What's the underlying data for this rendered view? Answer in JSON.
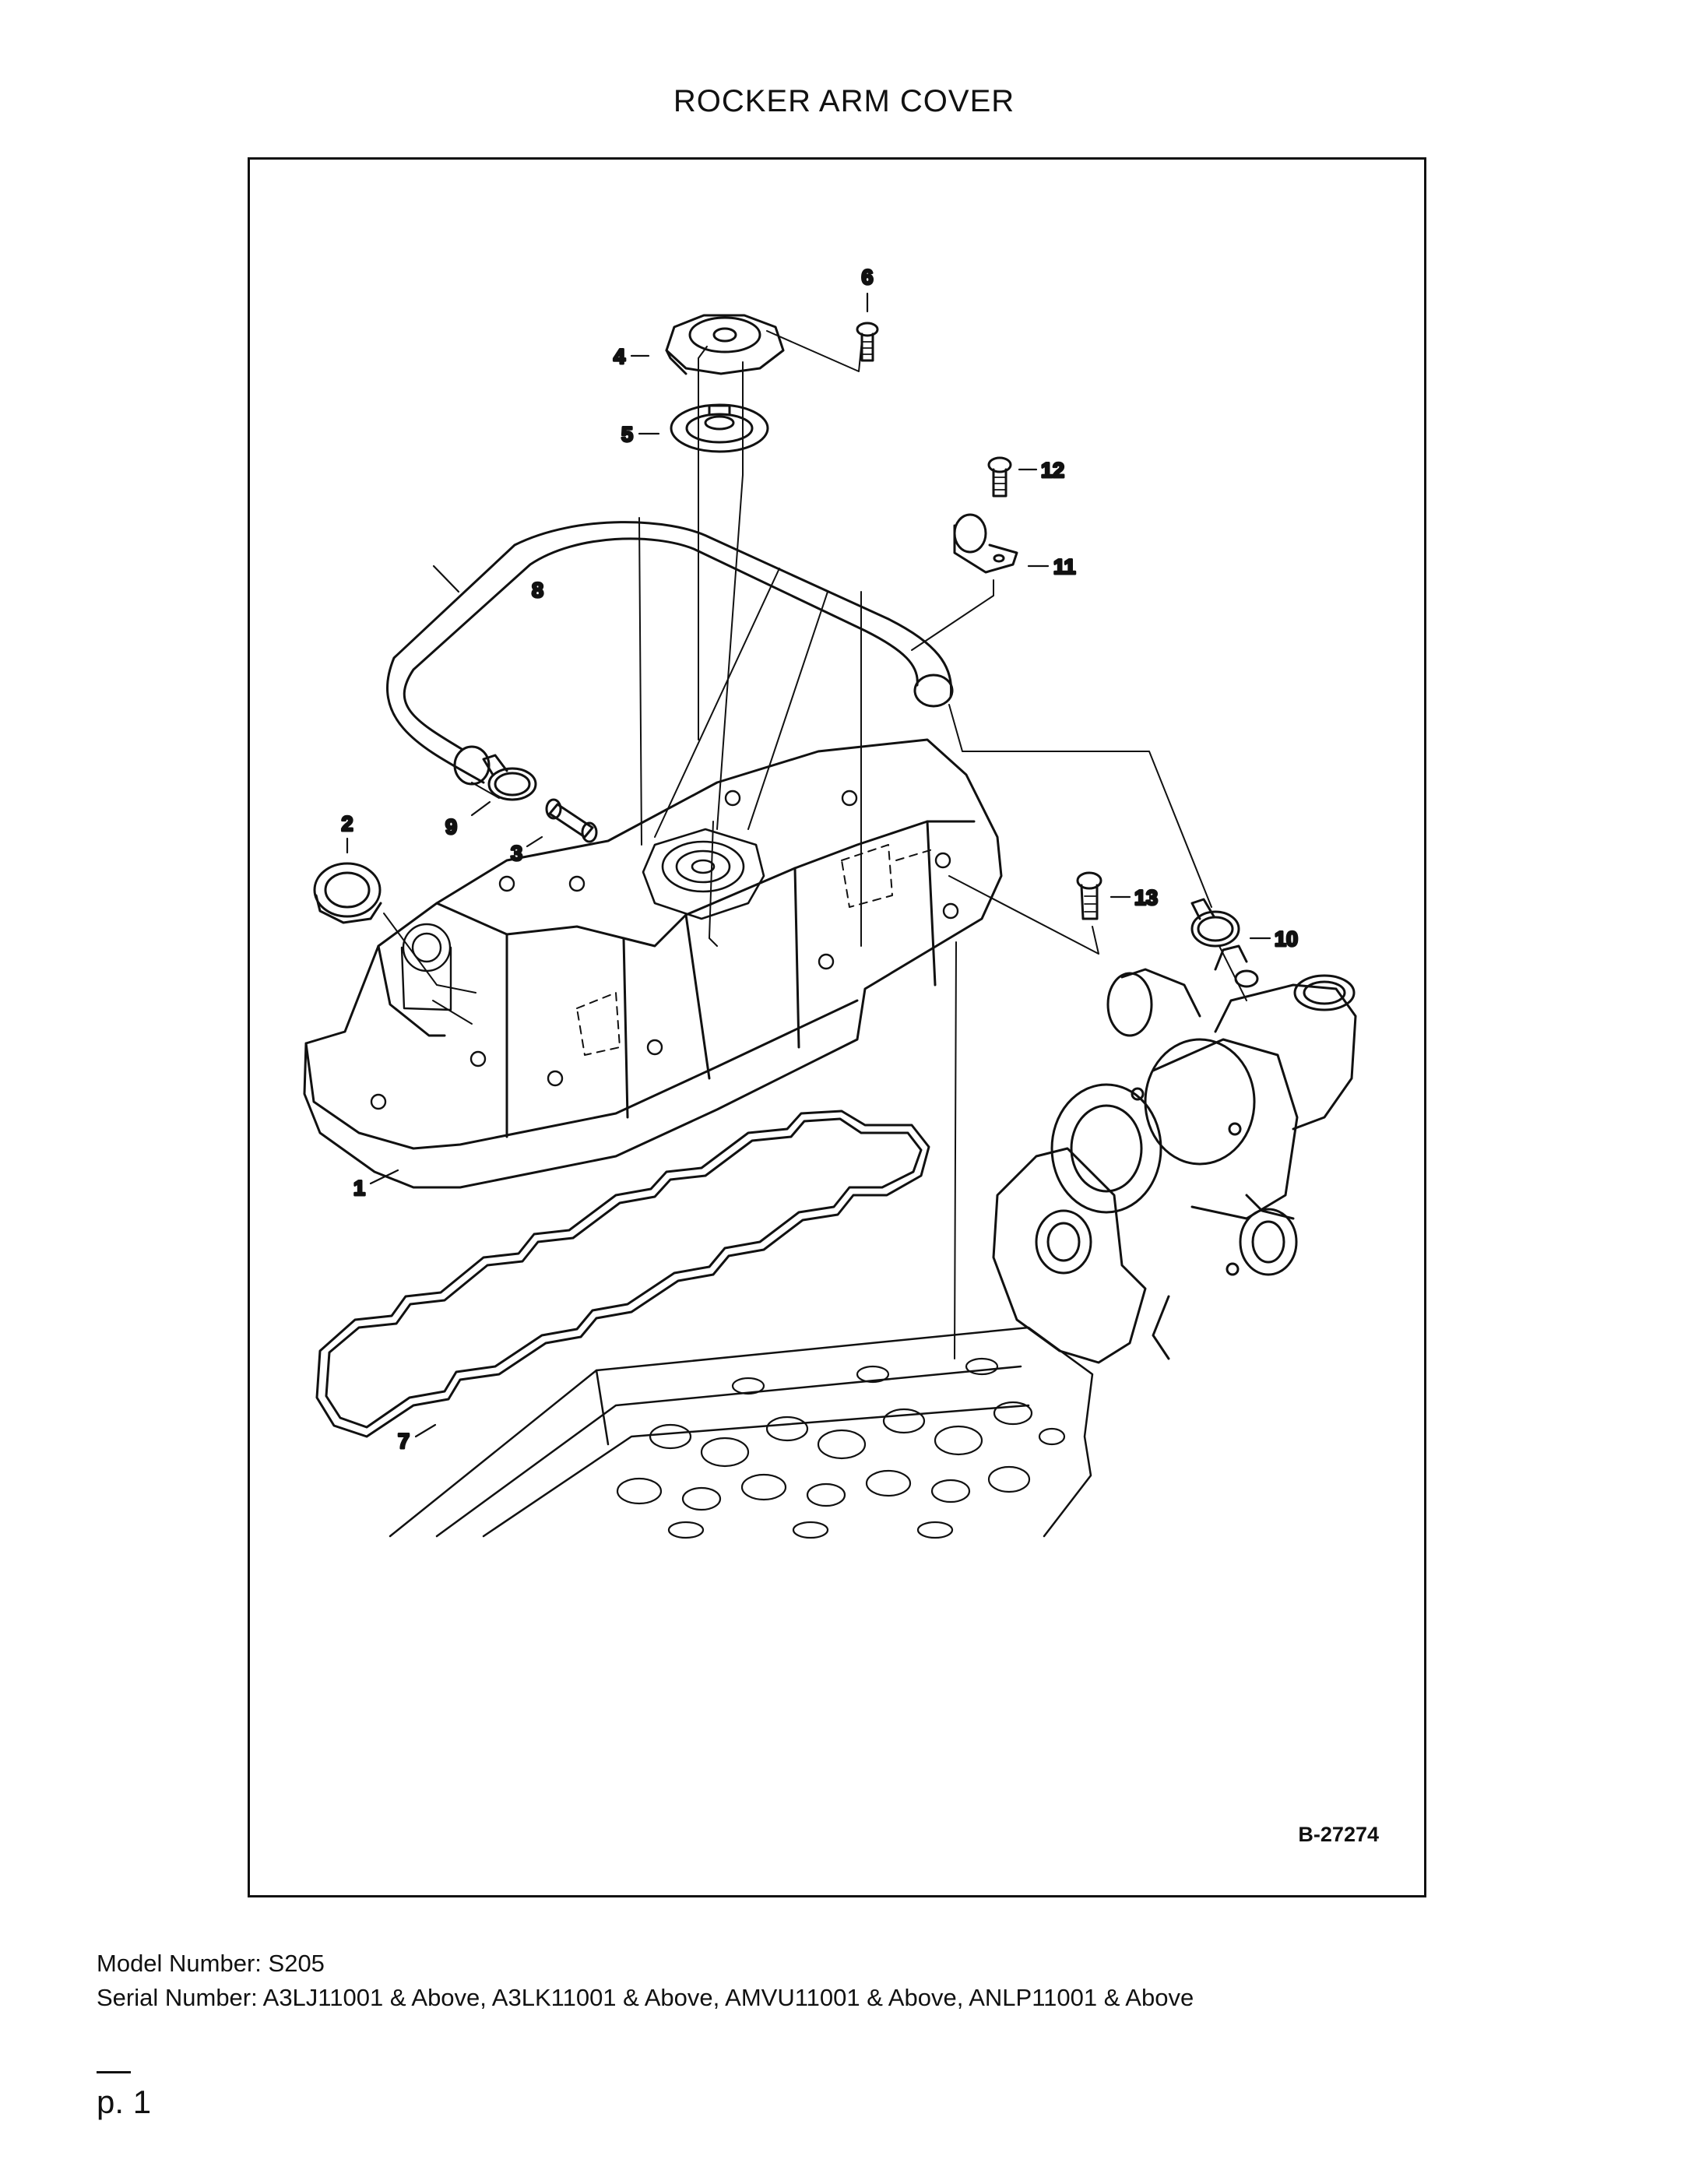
{
  "page": {
    "title": "ROCKER ARM COVER",
    "figure_id": "B-27274",
    "model_line": "Model Number: S205",
    "serial_line": "Serial Number: A3LJ11001 & Above, A3LK11001 & Above, AMVU11001 & Above, ANLP11001 & Above",
    "page_label": "p. 1"
  },
  "callouts": {
    "c1": "1",
    "c2": "2",
    "c3": "3",
    "c4": "4",
    "c5": "5",
    "c6": "6",
    "c7": "7",
    "c8": "8",
    "c9": "9",
    "c10": "10",
    "c11": "11",
    "c12": "12",
    "c13": "13"
  }
}
